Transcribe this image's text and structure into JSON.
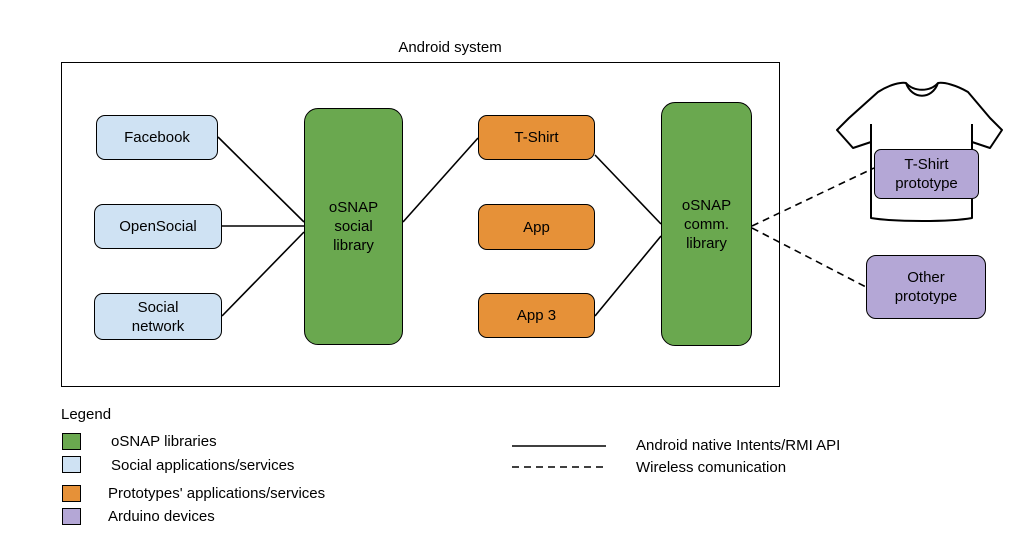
{
  "diagram": {
    "system_title": "Android system",
    "nodes": {
      "facebook": {
        "label": "Facebook",
        "color": "#cfe2f3"
      },
      "opensocial": {
        "label": "OpenSocial",
        "color": "#cfe2f3"
      },
      "social_network": {
        "label": "Social\nnetwork",
        "color": "#cfe2f3"
      },
      "social_library": {
        "label": "oSNAP\nsocial\nlibrary",
        "color": "#6aa84f"
      },
      "tshirt_app": {
        "label": "T-Shirt",
        "color": "#e69138"
      },
      "app": {
        "label": "App",
        "color": "#e69138"
      },
      "app3": {
        "label": "App 3",
        "color": "#e69138"
      },
      "comm_library": {
        "label": "oSNAP\ncomm.\nlibrary",
        "color": "#6aa84f"
      },
      "tshirt_prototype": {
        "label": "T-Shirt\nprototype",
        "color": "#b4a7d6"
      },
      "other_prototype": {
        "label": "Other\nprototype",
        "color": "#b4a7d6"
      }
    },
    "icons": [
      "tshirt-icon"
    ]
  },
  "legend": {
    "title": "Legend",
    "items": [
      {
        "label": "oSNAP libraries",
        "color": "#6aa84f"
      },
      {
        "label": "Social applications/services",
        "color": "#cfe2f3"
      },
      {
        "label": "Prototypes' applications/services",
        "color": "#e69138"
      },
      {
        "label": "Arduino devices",
        "color": "#b4a7d6"
      }
    ],
    "lines": [
      {
        "label": "Android native Intents/RMI API",
        "style": "solid"
      },
      {
        "label": "Wireless comunication",
        "style": "dashed"
      }
    ]
  }
}
